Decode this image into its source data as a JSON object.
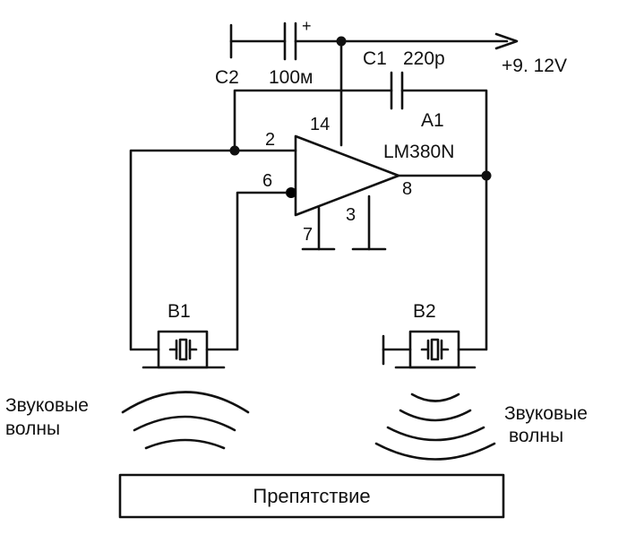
{
  "components": {
    "c2": {
      "ref": "C2",
      "value": "100м",
      "polarity": "+"
    },
    "c1": {
      "ref": "C1",
      "value": "220p"
    },
    "a1": {
      "ref": "A1",
      "part": "LM380N"
    },
    "b1": {
      "ref": "B1"
    },
    "b2": {
      "ref": "B2"
    }
  },
  "supply": {
    "label": "+9. 12V"
  },
  "pins": {
    "p2": "2",
    "p6": "6",
    "p14": "14",
    "p8": "8",
    "p7": "7",
    "p3": "3"
  },
  "waves_left": {
    "line1": "Звуковые",
    "line2": "волны"
  },
  "waves_right": {
    "line1": "Звуковые",
    "line2": "волны"
  },
  "obstacle": {
    "label": "Препятствие"
  }
}
